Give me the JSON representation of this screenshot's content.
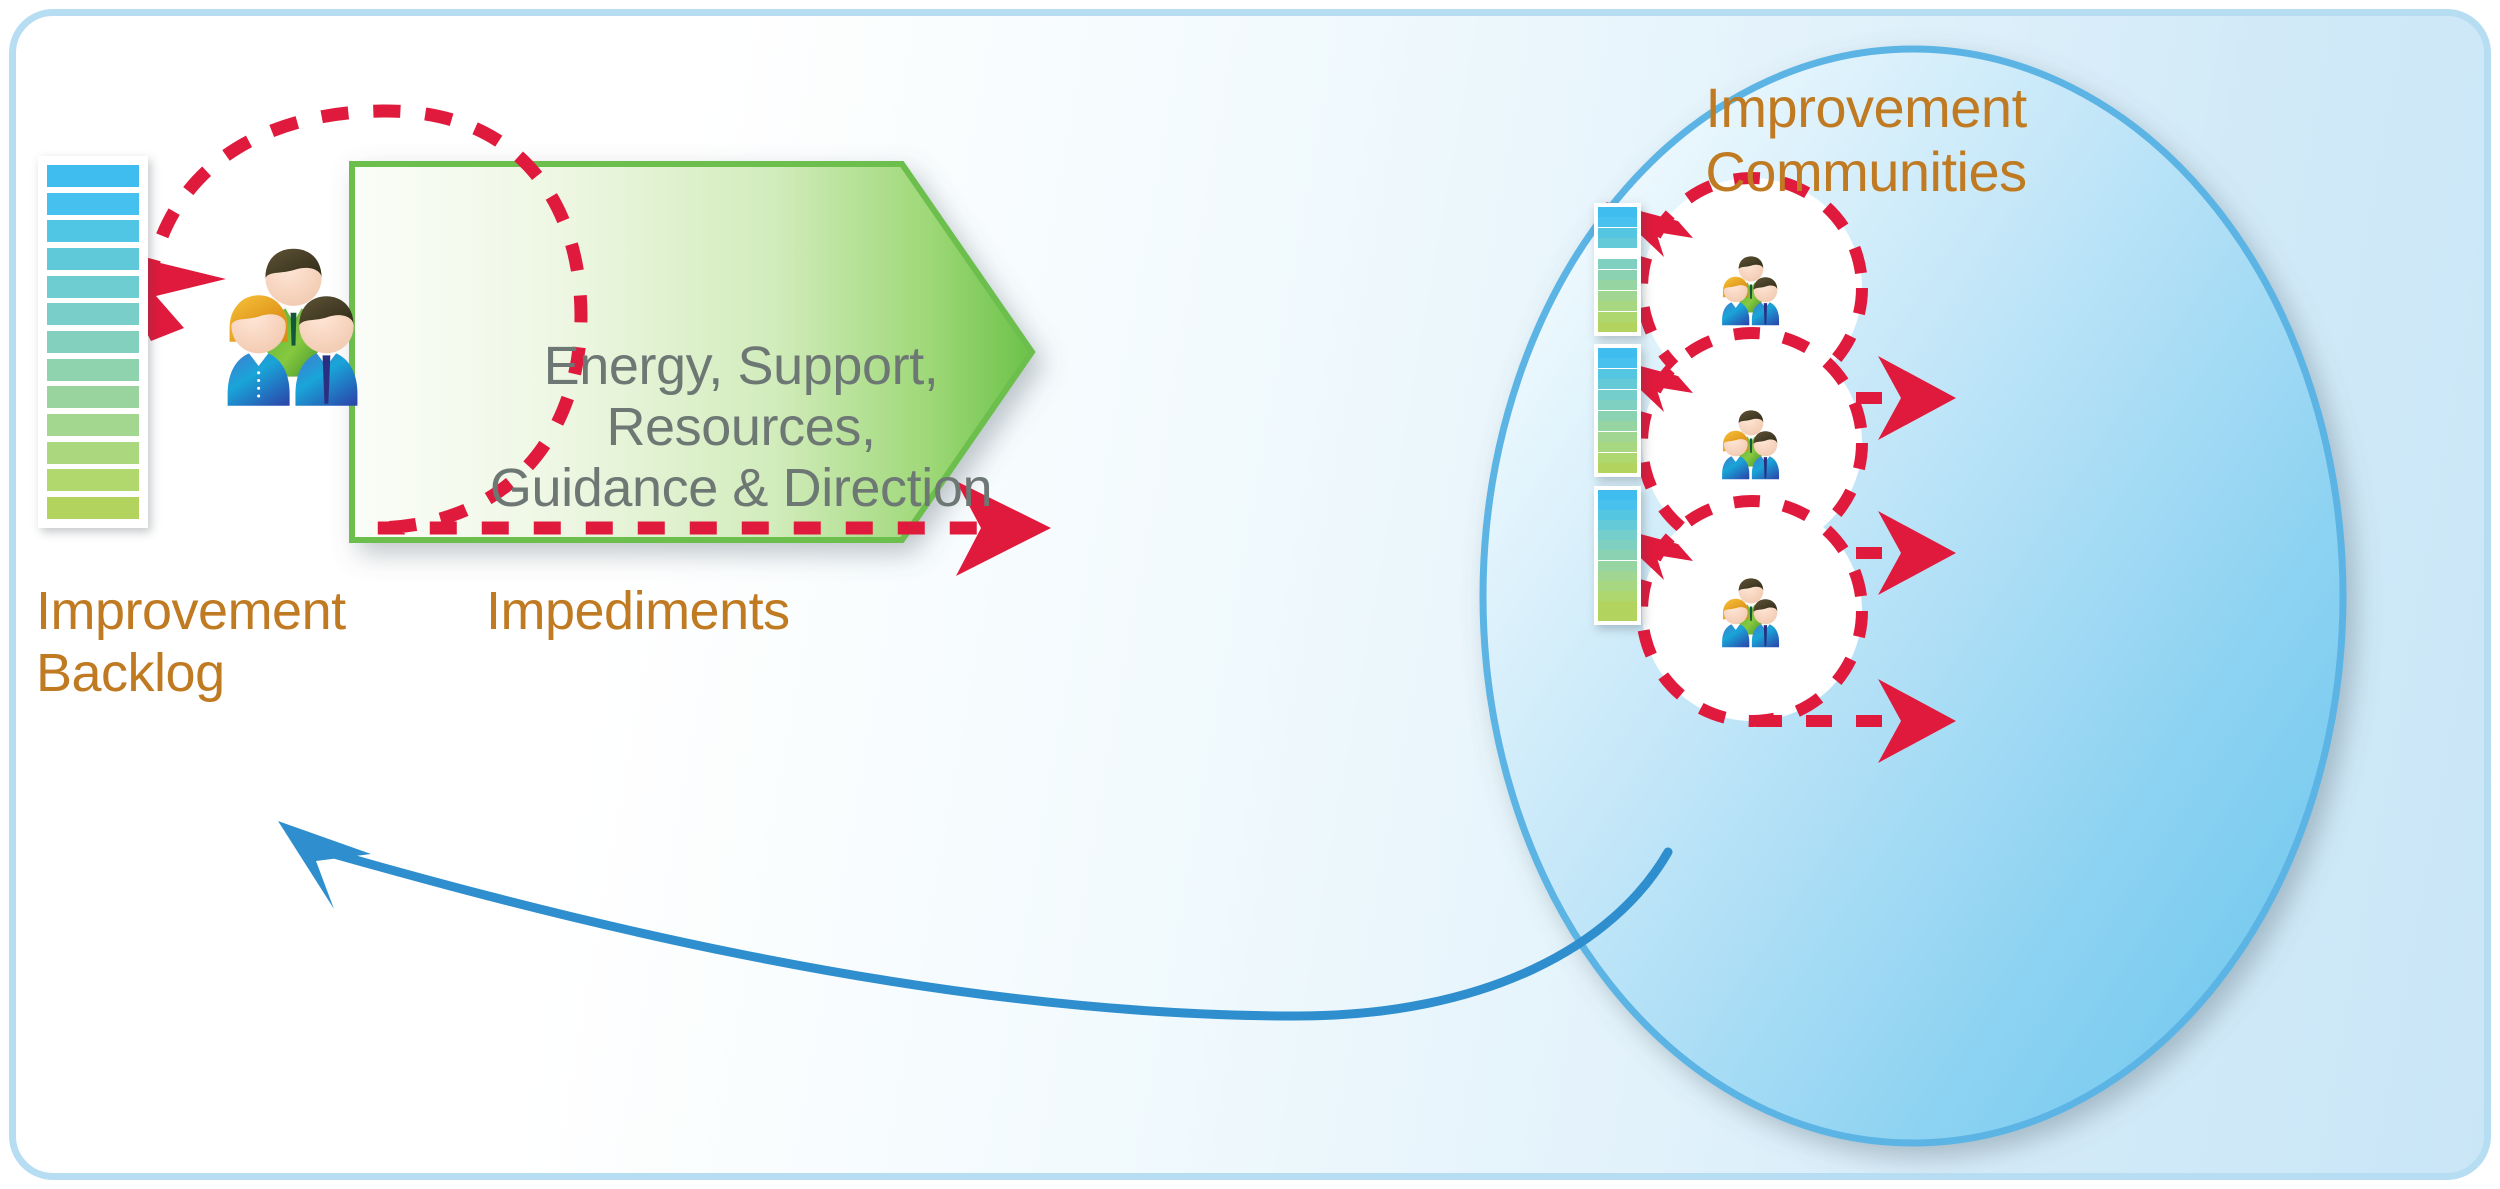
{
  "diagram": {
    "title_hidden": "",
    "colors": {
      "card_border": "#b7ddf3",
      "orange_text": "#bf7a22",
      "grey_text": "#6d7774",
      "red_dash": "#e01a3c",
      "green_arrow_border": "#6cbf4d",
      "blue_curve": "#2f8fce",
      "ellipse_border": "#5bb4e5",
      "backlog_top": "#3fbdef",
      "backlog_bottom": "#b2d35e"
    }
  },
  "backlog": {
    "label": "Improvement\nBacklog",
    "icon": "backlog-stack-icon",
    "bars": [
      "#3fbdef",
      "#45c0ef",
      "#50c5e4",
      "#5fc9da",
      "#6ecdd0",
      "#79ceca",
      "#84d0bf",
      "#8fd2ae",
      "#99d49e",
      "#a3d68f",
      "#abd87f",
      "#b0d86c",
      "#b2d35e"
    ]
  },
  "flow_arrow": {
    "label": "Energy, Support, Resources,\nGuidance & Direction",
    "icon": "right-arrow-shape"
  },
  "feedback": {
    "label": "Impediments",
    "icon": "curved-blue-arrow-icon"
  },
  "loop": {
    "icon": "red-dashed-loop-icon",
    "arrow_icon": "red-arrowhead-icon"
  },
  "communities": {
    "label": "Improvement\nCommunities",
    "ellipse_icon": "blue-ellipse-shape",
    "items": [
      {
        "id": "community-1",
        "people_icon": "people-group-icon",
        "backlog_icon": "mini-backlog-stack-icon",
        "in_arrow_icon": "red-arrowhead-icon",
        "out_arrow_icon": "red-dashed-arrow-icon",
        "bars": [
          "#3fbdef",
          "#48c1ee",
          "#55c6e1",
          "#64cad7",
          "#73ceccc",
          "#80d0c2",
          "#8bd2b2",
          "#96d4a2",
          "#a0d692",
          "#a8d782",
          "#aed770",
          "#b2d35e"
        ]
      },
      {
        "id": "community-2",
        "people_icon": "people-group-icon",
        "backlog_icon": "mini-backlog-stack-icon",
        "in_arrow_icon": "red-arrowhead-icon",
        "out_arrow_icon": "red-dashed-arrow-icon",
        "bars": [
          "#3fbdef",
          "#48c1ee",
          "#55c6e1",
          "#64cad7",
          "#73cecc",
          "#80d0c2",
          "#8bd2b2",
          "#96d4a2",
          "#a0d692",
          "#a8d782",
          "#aed770",
          "#b2d35e"
        ]
      },
      {
        "id": "community-3",
        "people_icon": "people-group-icon",
        "backlog_icon": "mini-backlog-stack-icon",
        "in_arrow_icon": "red-arrowhead-icon",
        "out_arrow_icon": "red-dashed-arrow-icon",
        "bars": [
          "#3fbdef",
          "#48c1ee",
          "#55c6e1",
          "#64cad7",
          "#73cecc",
          "#80d0c2",
          "#8bd2b2",
          "#96d4a2",
          "#a0d692",
          "#a8d782",
          "#aed770",
          "#b2d35e",
          "#b2d35e"
        ]
      }
    ]
  }
}
